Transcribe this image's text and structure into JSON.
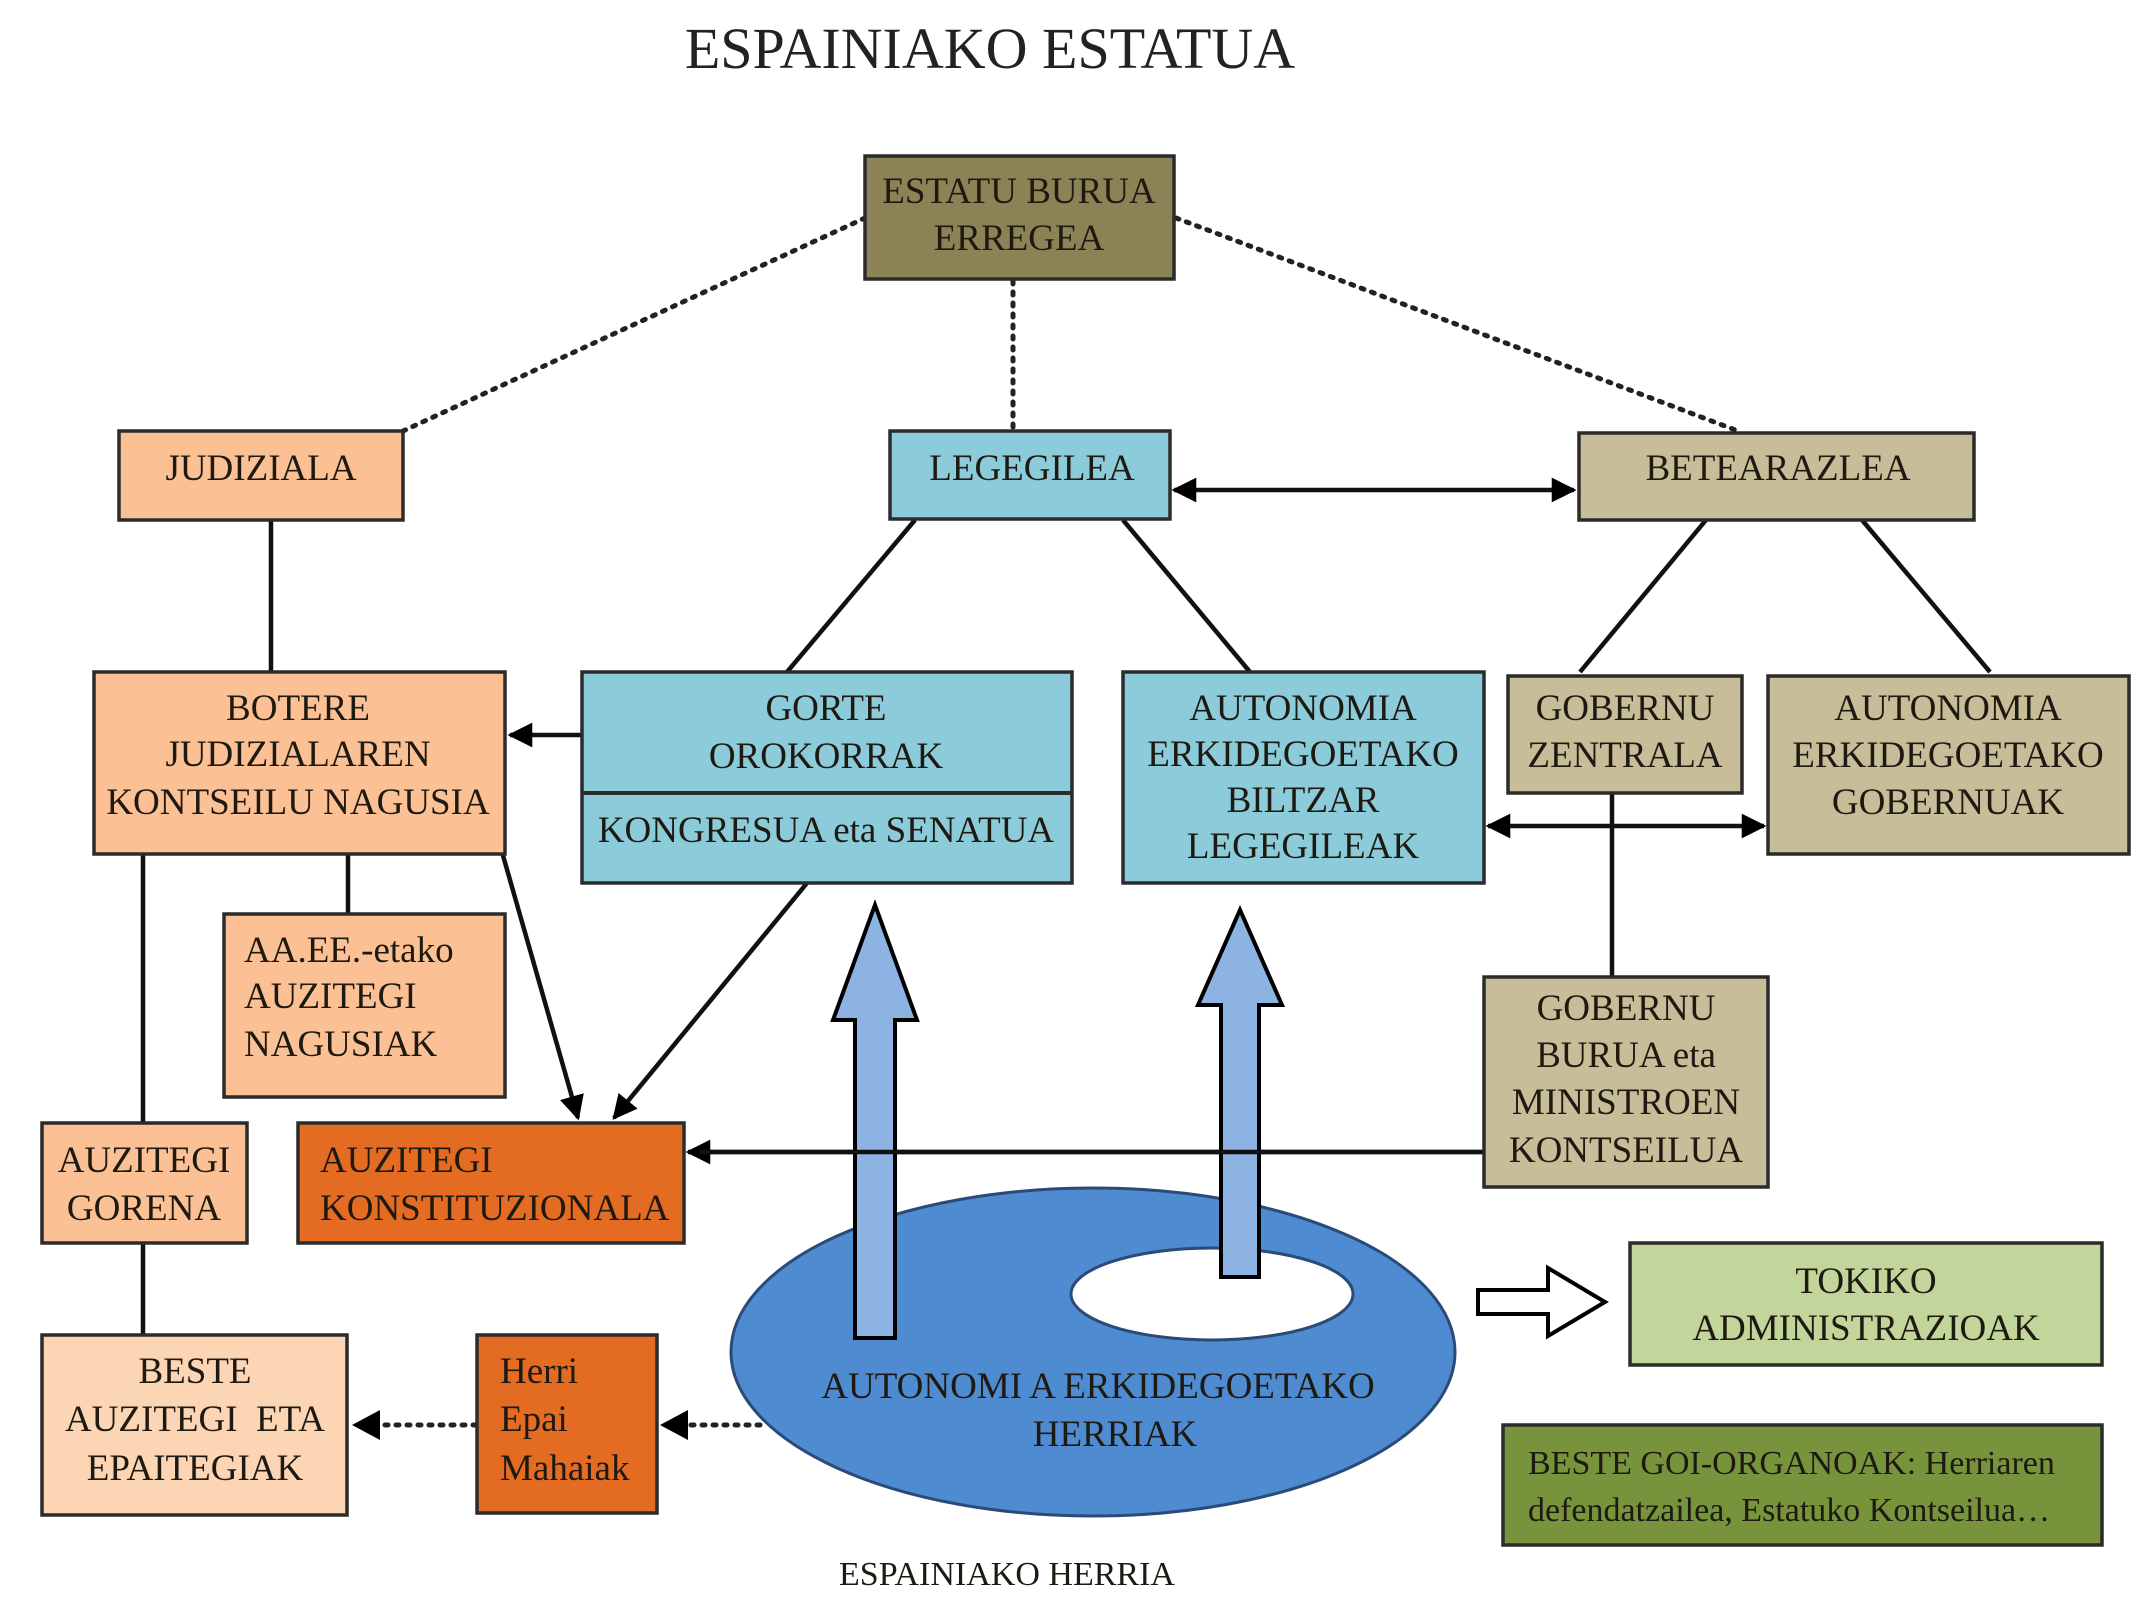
{
  "title": "ESPAINIAKO ESTATUA",
  "footer_label": "ESPAINIAKO HERRIA",
  "colors": {
    "head_of_state": "#8b8356",
    "judicial": "#fbc093",
    "judicial_light": "#fcd5b4",
    "constitutional": "#e46c22",
    "legislative": "#8ccbd9",
    "executive": "#c7bd98",
    "local": "#c2d69b",
    "other_bodies": "#77933c",
    "people": "#4f8bd1",
    "up_arrow": "#8db3e2"
  },
  "nodes": {
    "head_of_state": {
      "lines": [
        "ESTATU BURUA",
        "ERREGEA"
      ]
    },
    "judicial": {
      "lines": [
        "JUDIZIALA"
      ]
    },
    "legislative": {
      "lines": [
        "LEGEGILEA"
      ]
    },
    "executive": {
      "lines": [
        "BETEARAZLEA"
      ]
    },
    "cgpj": {
      "lines": [
        "BOTERE",
        "JUDIZIALAREN",
        "KONTSEILU NAGUSIA"
      ]
    },
    "cortes": {
      "lines": [
        "GORTE",
        "OROKORRAK"
      ],
      "sub": "KONGRESUA eta SENATUA"
    },
    "regional_parliaments": {
      "lines": [
        "AUTONOMIA",
        "ERKIDEGOETAKO",
        "BILTZAR",
        "LEGEGILEAK"
      ]
    },
    "central_government": {
      "lines": [
        "GOBERNU",
        "ZENTRALA"
      ]
    },
    "regional_governments": {
      "lines": [
        "AUTONOMIA",
        "ERKIDEGOETAKO",
        "GOBERNUAK"
      ]
    },
    "regional_high_courts": {
      "lines": [
        "AA.EE.-etako",
        "AUZITEGI",
        "NAGUSIAK"
      ]
    },
    "prime_minister": {
      "lines": [
        "GOBERNU",
        "BURUA eta",
        "MINISTROEN",
        "KONTSEILUA"
      ]
    },
    "supreme_court": {
      "lines": [
        "AUZITEGI",
        "GORENA"
      ]
    },
    "constitutional_court": {
      "lines": [
        "AUZITEGI",
        "KONSTITUZIONALA"
      ]
    },
    "local_admin": {
      "lines": [
        "TOKIKO",
        "ADMINISTRAZIOAK"
      ]
    },
    "other_courts": {
      "lines": [
        "BESTE",
        "AUZITEGI  ETA",
        "EPAITEGIAK"
      ]
    },
    "jury": {
      "lines": [
        "Herri",
        "Epai",
        "Mahaiak"
      ]
    },
    "other_bodies": {
      "lines": [
        "BESTE GOI-ORGANOAK: Herriaren",
        "defendatzailea, Estatuko Kontseilua…"
      ]
    },
    "regional_people": {
      "lines": [
        "AUTONOMI A ERKIDEGOETAKO",
        "HERRIAK"
      ]
    }
  }
}
